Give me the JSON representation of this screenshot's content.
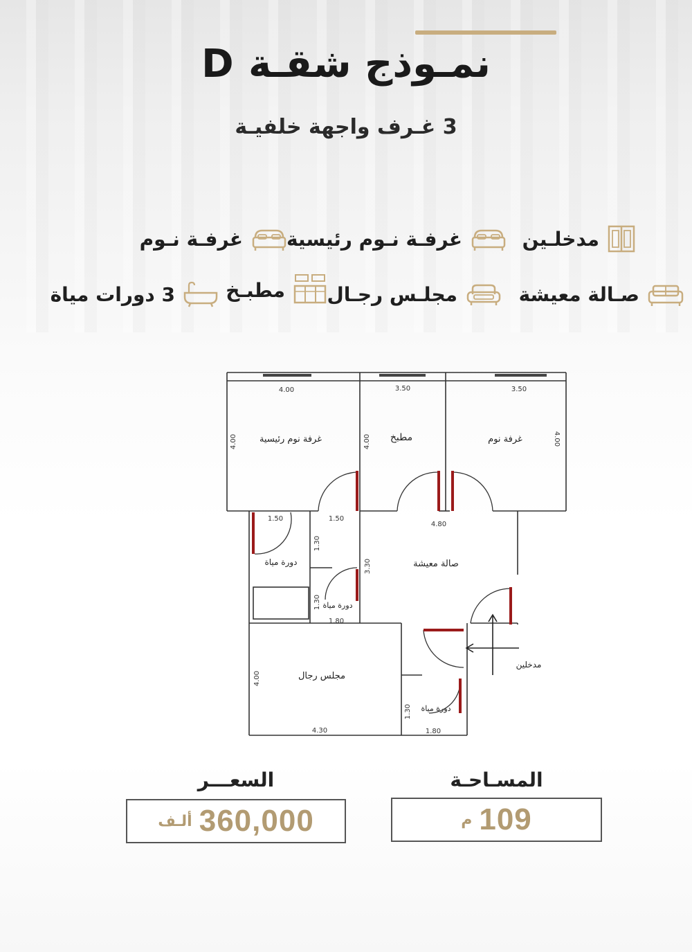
{
  "header": {
    "title": "نمـوذج شقـة D",
    "subtitle": "3 غـرف واجهة خلفيـة"
  },
  "features": [
    {
      "label": "مدخلـين",
      "icon": "door-icon"
    },
    {
      "label": "غرفـة نـوم رئيسية",
      "icon": "bed-icon"
    },
    {
      "label": "غرفـة نـوم",
      "icon": "bed-icon"
    },
    {
      "label": "صـالة معيشة",
      "icon": "sofa-icon"
    },
    {
      "label": "مجلـس رجـال",
      "icon": "armchair-icon"
    },
    {
      "label": "مطبـخ",
      "icon": "kitchen-icon"
    },
    {
      "label": "3 دورات مياة",
      "icon": "bathtub-icon"
    }
  ],
  "floorplan": {
    "rooms": {
      "master_bedroom": "غرفة نوم رئيسية",
      "kitchen": "مطبخ",
      "bedroom": "غرفة نوم",
      "living": "صالة معيشة",
      "bath1": "دورة مياة",
      "bath2": "دورة مياة",
      "majlis": "مجلس رجال",
      "bath3": "دورة مياة",
      "entrances": "مدخلين"
    },
    "dims": {
      "master_w": "4.00",
      "master_h": "4.00",
      "kitchen_w": "3.50",
      "kitchen_h": "4.00",
      "bedroom_w": "3.50",
      "bedroom_h": "4.00",
      "bath_w1": "1.50",
      "bath_w2": "1.50",
      "bath_h1": "1.30",
      "bath_h2": "1.30",
      "bath_w3": "1.80",
      "living_w": "4.80",
      "living_h": "3.30",
      "majlis_h": "4.00",
      "majlis_w": "4.30",
      "bath3_h": "1.30",
      "bath3_w": "1.80"
    }
  },
  "summary": {
    "area_label": "المسـاحـة",
    "area_value": "109",
    "area_unit": "م",
    "price_label": "السعـــر",
    "price_value": "360,000",
    "price_unit": "ألـف"
  },
  "colors": {
    "gold": "#c8ad7f",
    "text_gold": "#b29b72",
    "door": "#9b1b1b"
  }
}
